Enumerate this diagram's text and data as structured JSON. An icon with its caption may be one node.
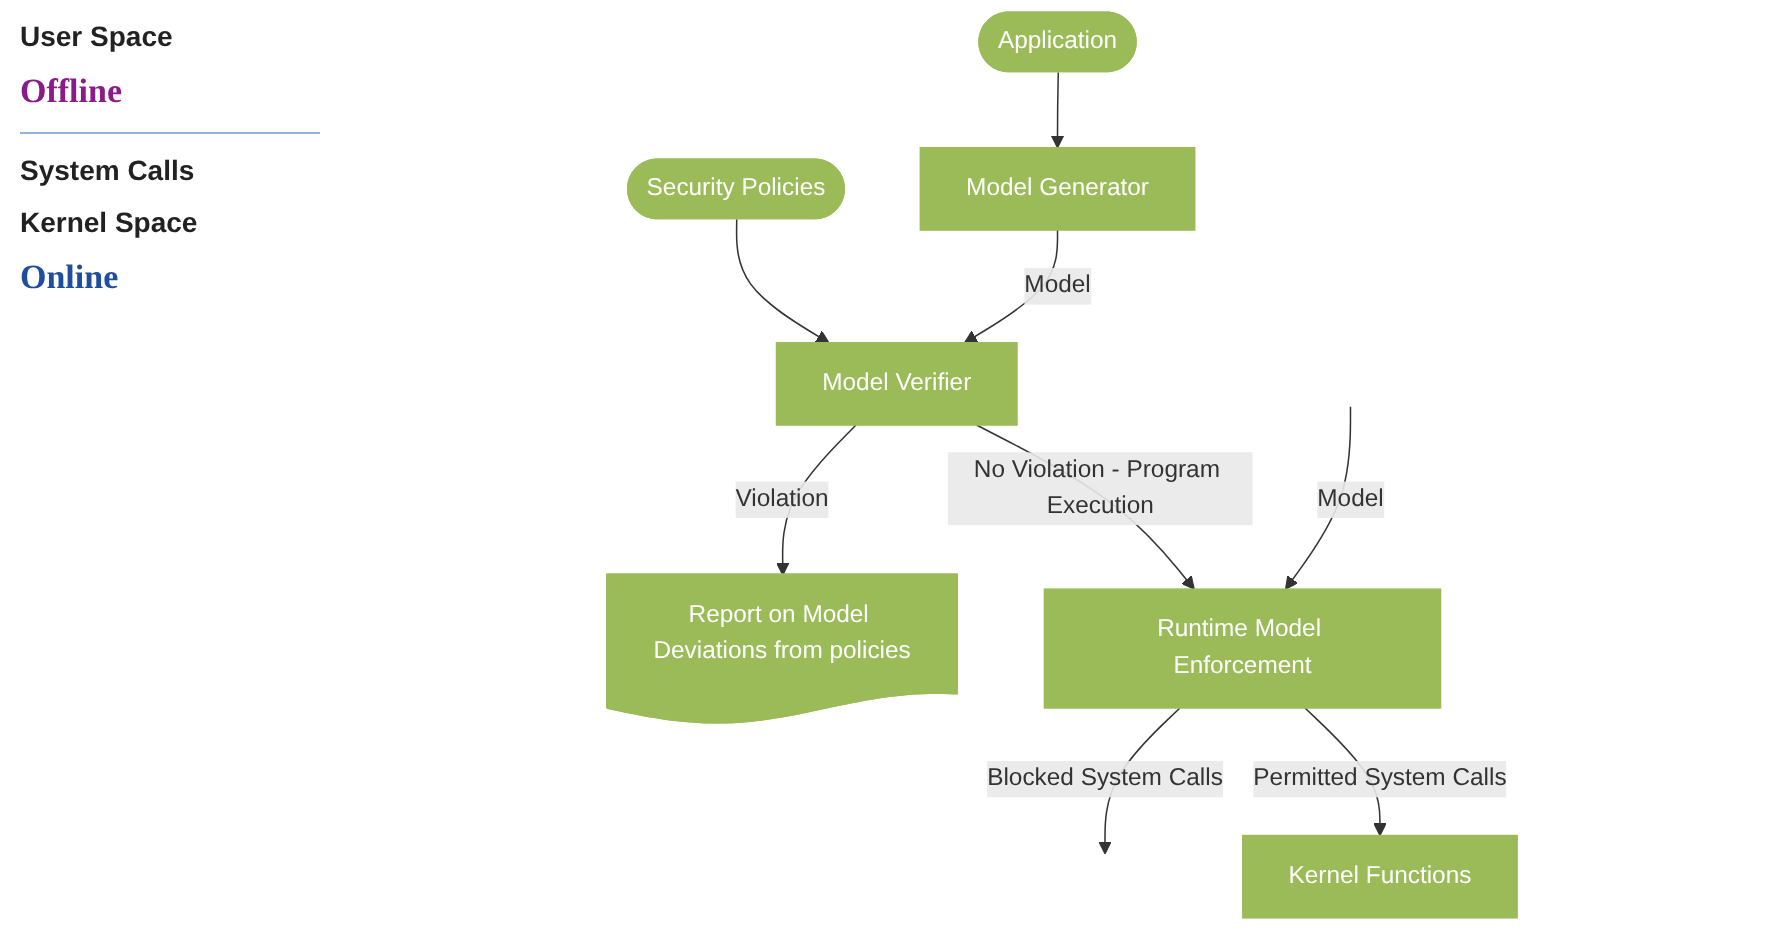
{
  "diagram": {
    "nodes": [
      {
        "text": [
          "Application"
        ]
      },
      {
        "text": [
          "Security Policies"
        ]
      },
      {
        "text": [
          "Model Generator"
        ]
      },
      {
        "text": [
          "Model Verifier"
        ]
      },
      {
        "text": [
          "Report on Model Deviations from policies"
        ]
      },
      {
        "text": [
          "Runtime Model Enforcement"
        ]
      },
      {
        "text": [
          "Kernel Functions"
        ]
      }
    ],
    "edges": [
      {
        "from": 0,
        "to": 2,
        "arrow": "to"
      },
      {
        "from": 1,
        "to": 3,
        "arrow": "to"
      },
      {
        "from": 2,
        "to": 3,
        "label": "Model",
        "arrow": "to"
      },
      {
        "from": 3,
        "to": 4,
        "label": "Violation",
        "arrow": "to"
      },
      {
        "from": 3,
        "to": 5,
        "label": "No Violation - Program Execution",
        "arrow": "to"
      },
      {
        "from": null,
        "to": 5,
        "label": "Model",
        "arrow": "to"
      },
      {
        "from": 5,
        "to": null,
        "label": "Blocked System Calls",
        "arrow": "to"
      },
      {
        "from": 5,
        "to": 6,
        "label": "Permitted System Calls",
        "arrow": "to"
      }
    ],
    "labels": [
      "User Space",
      "Offline",
      "System Calls",
      "Kernel Space",
      "Online"
    ]
  }
}
